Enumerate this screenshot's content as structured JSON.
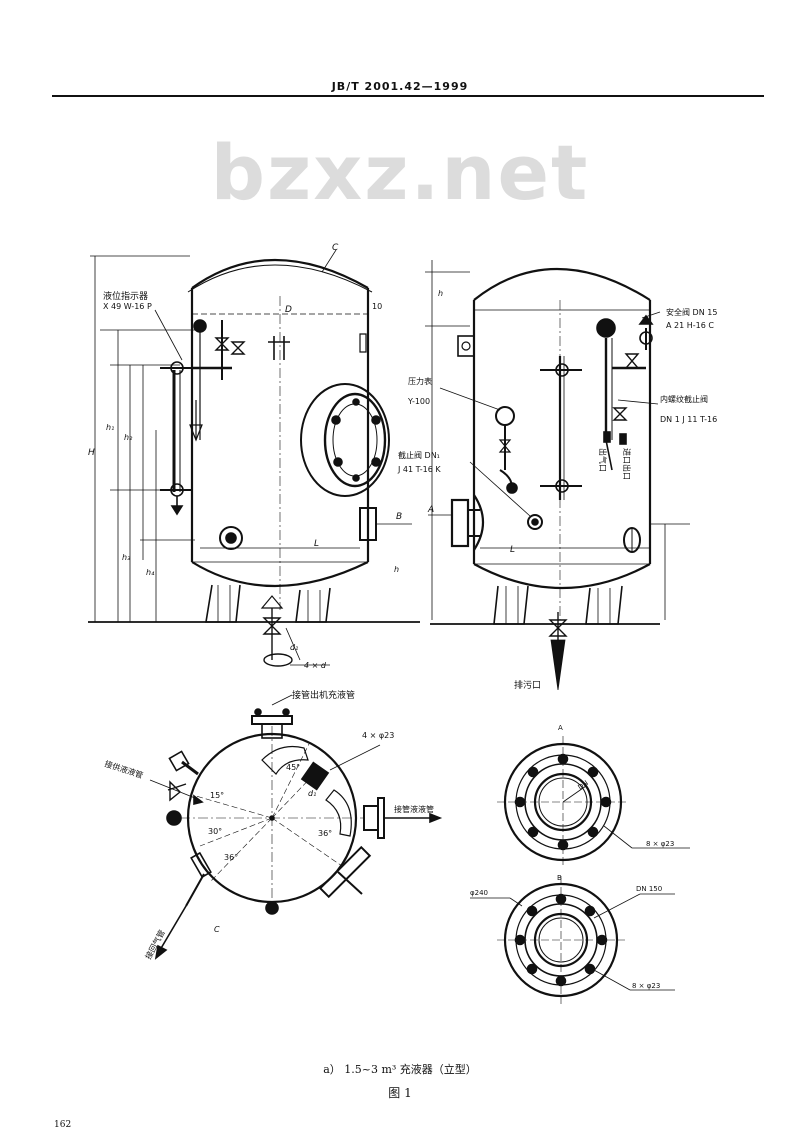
{
  "header": {
    "standard_code": "JB/T 2001.42—1999",
    "watermark": "bzxz.net"
  },
  "elevation_left": {
    "level_gauge": [
      "液位指示器",
      "X 49 W-16 P"
    ],
    "dim_D": "D",
    "dim_10": "10",
    "dim_H": "H",
    "dim_h1": "h₁",
    "dim_h2": "h₂",
    "dim_h3": "h₃",
    "dim_h4": "h₄",
    "dim_L": "L",
    "dim_B": "B",
    "dim_d1": "d₁",
    "dim_4xd": "4 × d",
    "label_C": "C",
    "label_h": "h"
  },
  "elevation_right": {
    "safety_valve": [
      "安全阀 DN 15",
      "A 21 H-16 C"
    ],
    "pressure_gauge": [
      "压力表",
      "Y-100"
    ],
    "stop_valve": [
      "截止阀 DN₁",
      "J 41 T-16 K"
    ],
    "check_valve": [
      "内螺纹截止阀",
      "DN 1 J 11 T-16"
    ],
    "outlet_1": "出气口",
    "outlet_2": "进口出口",
    "drain": "排污口",
    "label_A": "A",
    "label_h": "h",
    "dim_L": "L"
  },
  "plan_view": {
    "top_label": "接管出机充液管",
    "left_label": "接供液液管",
    "right_label": "接管液液管",
    "bottom_label": "接回气管",
    "bolt_label": "4 × φ23",
    "angle_45": "45°",
    "angle_15": "15°",
    "angle_30": "30°",
    "angle_36_l": "36°",
    "angle_36_r": "36°",
    "dim_d1": "d₁",
    "label_C": "C"
  },
  "flange_A": {
    "label": "A",
    "dn_label": "DN",
    "bolts": "8 × φ23"
  },
  "flange_B": {
    "label": "B",
    "outer_dia": "φ240",
    "dn": "DN 150",
    "bolts": "8 × φ23"
  },
  "caption": "a） 1.5~3 m³ 充液器（立型）",
  "figure_number": "图 1",
  "page_number": "162"
}
